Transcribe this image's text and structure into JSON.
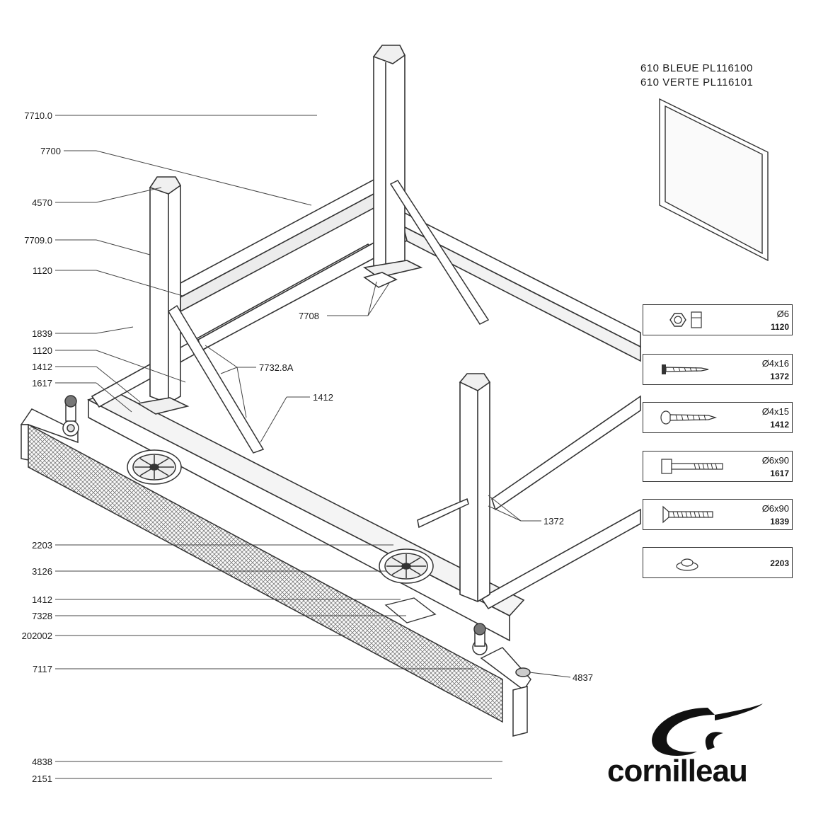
{
  "references": {
    "line1": "610  BLEUE  PL116100",
    "line2": "610  VERTE  PL116101"
  },
  "callouts": [
    {
      "id": "c-7710",
      "text": "7710.0"
    },
    {
      "id": "c-7700",
      "text": "7700"
    },
    {
      "id": "c-4570",
      "text": "4570"
    },
    {
      "id": "c-7709",
      "text": "7709.0"
    },
    {
      "id": "c-1120a",
      "text": "1120"
    },
    {
      "id": "c-1839",
      "text": "1839"
    },
    {
      "id": "c-1120b",
      "text": "1120"
    },
    {
      "id": "c-1412a",
      "text": "1412"
    },
    {
      "id": "c-1617",
      "text": "1617"
    },
    {
      "id": "c-2203",
      "text": "2203"
    },
    {
      "id": "c-3126",
      "text": "3126"
    },
    {
      "id": "c-1412b",
      "text": "1412"
    },
    {
      "id": "c-7328",
      "text": "7328"
    },
    {
      "id": "c-202002",
      "text": "202002"
    },
    {
      "id": "c-7117",
      "text": "7117"
    },
    {
      "id": "c-4838",
      "text": "4838"
    },
    {
      "id": "c-2151",
      "text": "2151"
    },
    {
      "id": "c-7708",
      "text": "7708"
    },
    {
      "id": "c-7732",
      "text": "7732.8A"
    },
    {
      "id": "c-1412c",
      "text": "1412"
    },
    {
      "id": "c-1372",
      "text": "1372"
    },
    {
      "id": "c-4837",
      "text": "4837"
    }
  ],
  "hardware": [
    {
      "icon": "nut-icon",
      "spec": "Ø6",
      "code": "1120"
    },
    {
      "icon": "wood-screw-icon",
      "spec": "Ø4x16",
      "code": "1372"
    },
    {
      "icon": "pan-screw-icon",
      "spec": "Ø4x15",
      "code": "1412"
    },
    {
      "icon": "hex-bolt-icon",
      "spec": "Ø6x90",
      "code": "1617"
    },
    {
      "icon": "countersunk-bolt-icon",
      "spec": "Ø6x90",
      "code": "1839"
    },
    {
      "icon": "cap-nut-icon",
      "spec": "",
      "code": "2203"
    }
  ],
  "brand": {
    "name": "cornilleau",
    "icon": "cornilleau-logo-icon"
  }
}
